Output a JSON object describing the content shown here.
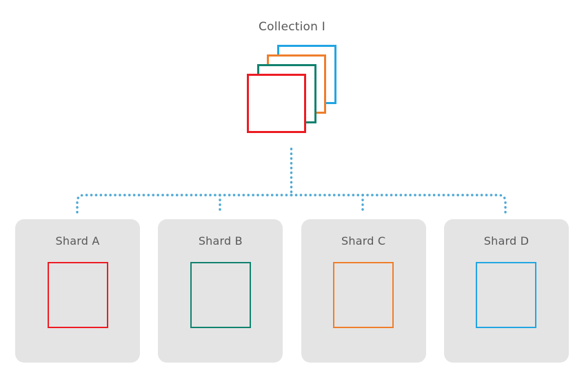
{
  "diagram": {
    "title": "Collection I",
    "background_color": "#ffffff",
    "text_color": "#58585a",
    "connector_color": "#4da8d4"
  },
  "palette": {
    "red": "#ed1c24",
    "teal": "#12826f",
    "orange": "#ef7e2c",
    "blue": "#22a5e2",
    "card_background": "#e4e4e4",
    "label_text": "#58585a"
  },
  "collection": {
    "title": "Collection I",
    "stack": [
      {
        "name": "stack-square-blue",
        "color": "#22a5e2",
        "order": 0
      },
      {
        "name": "stack-square-orange",
        "color": "#ef7e2c",
        "order": 1
      },
      {
        "name": "stack-square-teal",
        "color": "#12826f",
        "order": 2
      },
      {
        "name": "stack-square-red",
        "color": "#ed1c24",
        "order": 3
      }
    ]
  },
  "connectors": {
    "style": "dotted",
    "color": "#4da8d4",
    "description": "vertical trunk from collection stack to a horizontal bus with rounded ends, branching to four shard cards"
  },
  "shards": [
    {
      "label": "Shard A",
      "color": "#ed1c24"
    },
    {
      "label": "Shard B",
      "color": "#12826f"
    },
    {
      "label": "Shard C",
      "color": "#ef7e2c"
    },
    {
      "label": "Shard D",
      "color": "#22a5e2"
    }
  ]
}
